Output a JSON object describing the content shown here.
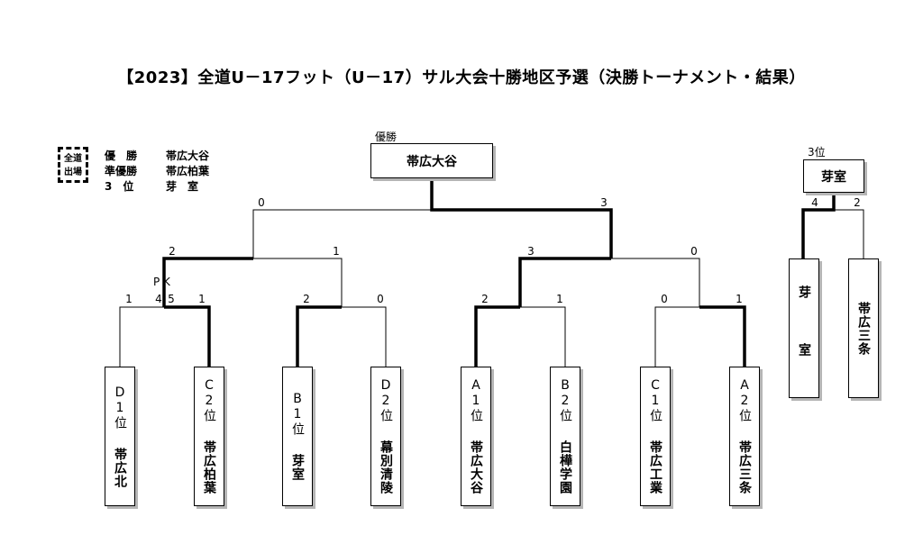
{
  "title": "【2023】全道U－17フット（U－17）サル大会十勝地区予選（決勝トーナメント・結果）",
  "legend": {
    "stamp": [
      "全道",
      "出場"
    ],
    "rows": [
      {
        "rank": "優　勝",
        "team": "帯広大谷"
      },
      {
        "rank": "準優勝",
        "team": "帯広柏葉"
      },
      {
        "rank": "3　位",
        "team": "芽　室"
      }
    ]
  },
  "labels": {
    "champion": "優勝",
    "third": "3位",
    "pk": "P K"
  },
  "winner": "帯広大谷",
  "third_place": {
    "winner": "芽室",
    "teams": [
      "芽　室",
      "帯広三条"
    ],
    "scores": [
      "4",
      "2"
    ]
  },
  "teams": [
    {
      "seed": "D1位",
      "name": "帯広北"
    },
    {
      "seed": "C2位",
      "name": "帯広柏葉"
    },
    {
      "seed": "B1位",
      "name": "芽室"
    },
    {
      "seed": "D2位",
      "name": "幕別清陵"
    },
    {
      "seed": "A1位",
      "name": "帯広大谷"
    },
    {
      "seed": "B2位",
      "name": "白樺学園"
    },
    {
      "seed": "C1位",
      "name": "帯広工業"
    },
    {
      "seed": "A2位",
      "name": "帯広三条"
    }
  ],
  "scores": {
    "r1": [
      "1",
      "1",
      "2",
      "0",
      "2",
      "1",
      "0",
      "1"
    ],
    "pk": [
      "4",
      "5"
    ],
    "r2": [
      "2",
      "1",
      "3",
      "0"
    ],
    "final": [
      "0",
      "3"
    ]
  }
}
